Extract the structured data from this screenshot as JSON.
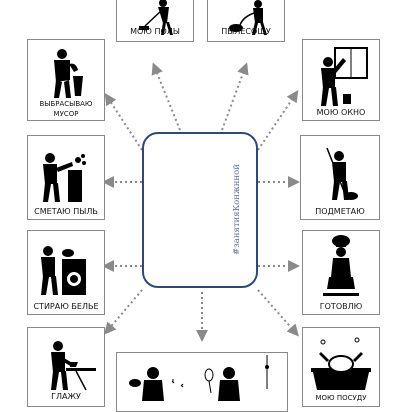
{
  "center": {
    "hashtag": "#занятияКонжнной"
  },
  "cards": {
    "mop_floor": {
      "label": "МОЮ ПОЛЫ"
    },
    "vacuum": {
      "label": "ПЫЛЕСОШУ"
    },
    "trash": {
      "label_line1": "ВЫБРАСЫВАЮ",
      "label_line2": "МУСОР"
    },
    "window": {
      "label": "МОЮ ОКНО"
    },
    "dust": {
      "label": "СМЕТАЮ ПЫЛЬ"
    },
    "sweep": {
      "label": "ПОДМЕТАЮ"
    },
    "laundry": {
      "label": "СТИРАЮ БЕЛЬЕ"
    },
    "cook": {
      "label": "ГОТОВЛЮ"
    },
    "iron": {
      "label": "ГЛАЖУ"
    },
    "dishes": {
      "label": "МОЮ ПОСУДУ"
    }
  },
  "colors": {
    "frame": "#2b4a7a",
    "hashtag": "#5a6fa8",
    "arrow": "#8a8a8a",
    "pictogram": "#000000"
  }
}
